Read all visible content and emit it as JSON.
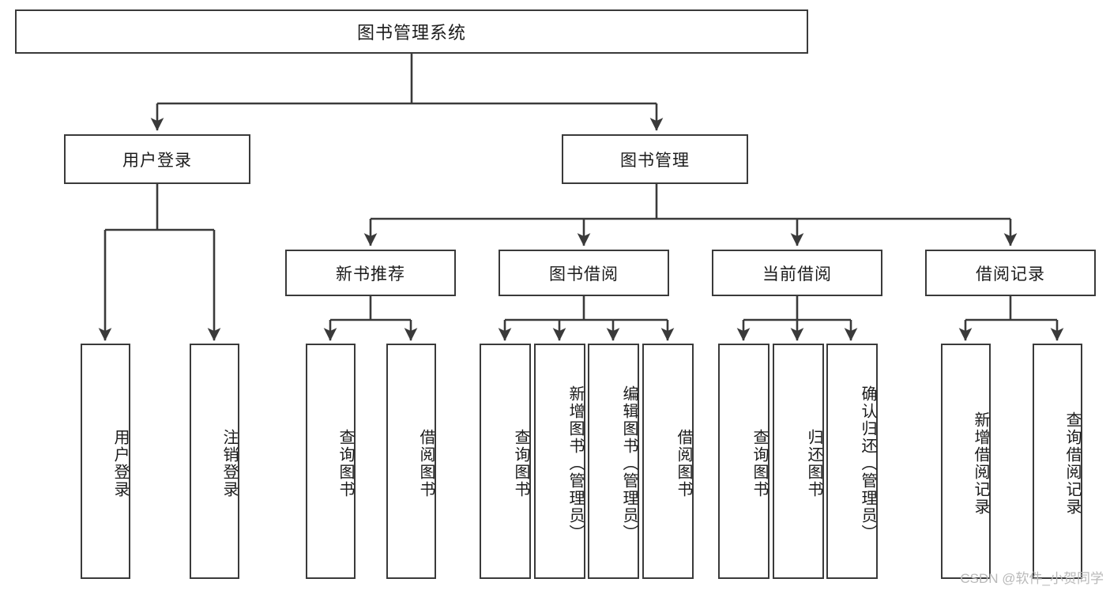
{
  "diagram": {
    "title": "图书管理系统",
    "watermark": "CSDN @软件_小贺同学",
    "line_color": "#3a3a3a",
    "box_fill": "#ffffff",
    "text_color": "#1b1b1b",
    "watermark_color": "#b9b9b9",
    "root": {
      "label": "图书管理系统"
    },
    "level2": [
      {
        "label": "用户登录"
      },
      {
        "label": "图书管理"
      }
    ],
    "level3": [
      {
        "label": "新书推荐"
      },
      {
        "label": "图书借阅"
      },
      {
        "label": "当前借阅"
      },
      {
        "label": "借阅记录"
      }
    ],
    "leaves": {
      "user_login": [
        {
          "label": "用户登录"
        },
        {
          "label": "注销登录"
        }
      ],
      "new_book_recommend": [
        {
          "label": "查询图书"
        },
        {
          "label": "借阅图书"
        }
      ],
      "book_borrow": [
        {
          "label": "查询图书"
        },
        {
          "label": "新增图书（管理员）"
        },
        {
          "label": "编辑图书（管理员）"
        },
        {
          "label": "借阅图书"
        }
      ],
      "current_borrow": [
        {
          "label": "查询图书"
        },
        {
          "label": "归还图书"
        },
        {
          "label": "确认归还（管理员）"
        }
      ],
      "borrow_record": [
        {
          "label": "新增借阅记录"
        },
        {
          "label": "查询借阅记录"
        }
      ]
    }
  }
}
